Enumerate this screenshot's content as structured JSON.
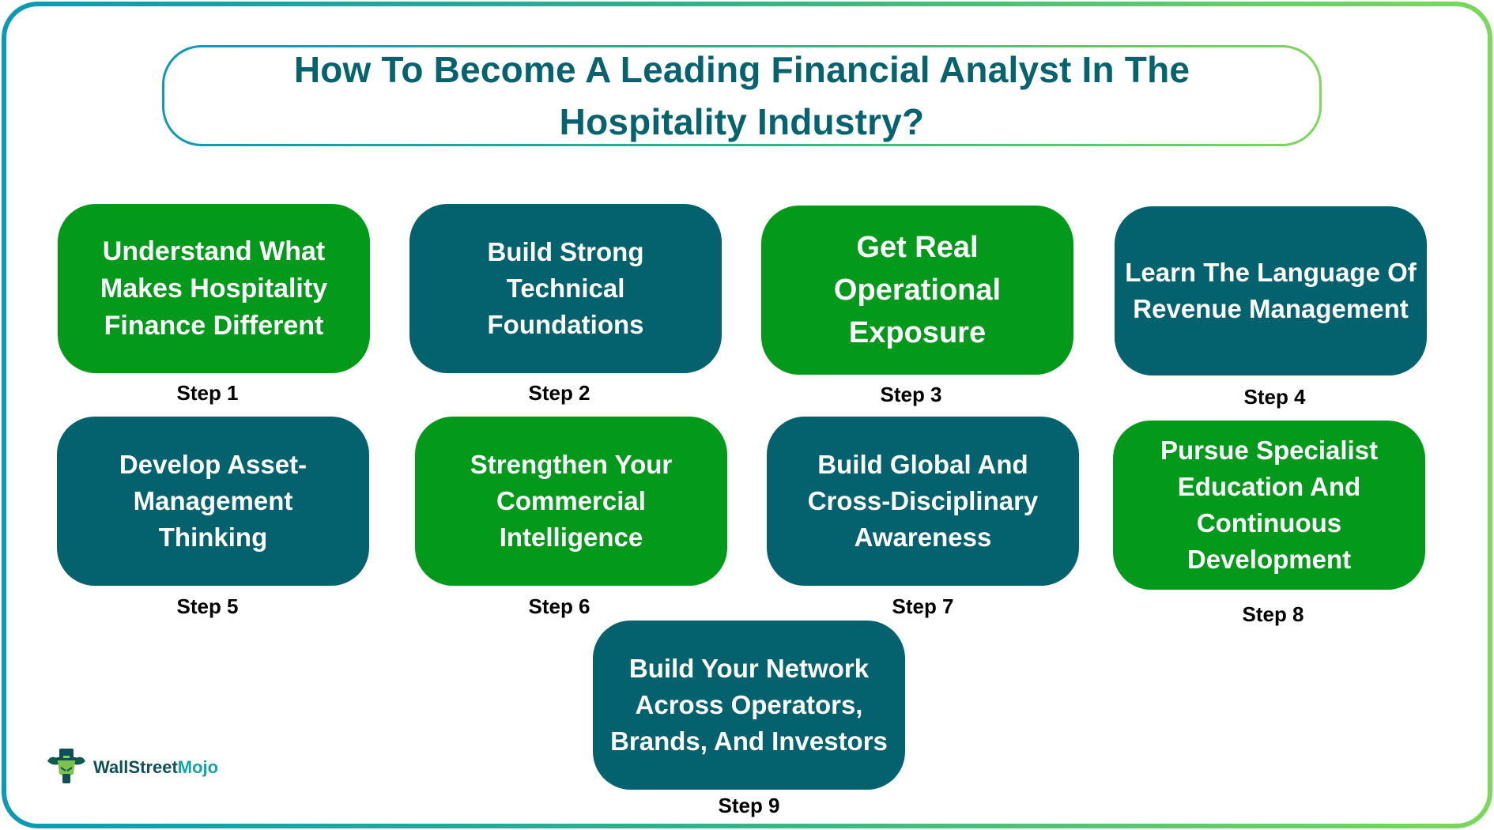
{
  "title": "How To Become A Leading Financial Analyst In The Hospitality Industry?",
  "colors": {
    "green": "#039a1b",
    "teal": "#03626d",
    "title_text": "#05626f",
    "border_gradient_start": "#0a9ab7",
    "border_gradient_end": "#7bd85a"
  },
  "steps": [
    {
      "label": "Step 1",
      "text": "Understand What Makes Hospitality Finance Different",
      "color": "green"
    },
    {
      "label": "Step 2",
      "text": "Build Strong Technical Foundations",
      "color": "teal"
    },
    {
      "label": "Step 3",
      "text": "Get Real Operational Exposure",
      "color": "green"
    },
    {
      "label": "Step 4",
      "text": "Learn The Language Of Revenue Management",
      "color": "teal"
    },
    {
      "label": "Step 5",
      "text": "Develop Asset-Management Thinking",
      "color": "teal"
    },
    {
      "label": "Step 6",
      "text": "Strengthen Your Commercial Intelligence",
      "color": "green"
    },
    {
      "label": "Step 7",
      "text": "Build Global And Cross-Disciplinary Awareness",
      "color": "teal"
    },
    {
      "label": "Step 8",
      "text": "Pursue Specialist Education And Continuous Development",
      "color": "green"
    },
    {
      "label": "Step 9",
      "text": "Build Your Network Across Operators, Brands, And Investors",
      "color": "teal"
    }
  ],
  "logo": {
    "part1": "WallStreet",
    "part2": "Mojo",
    "icon": "bull-mascot-icon"
  }
}
